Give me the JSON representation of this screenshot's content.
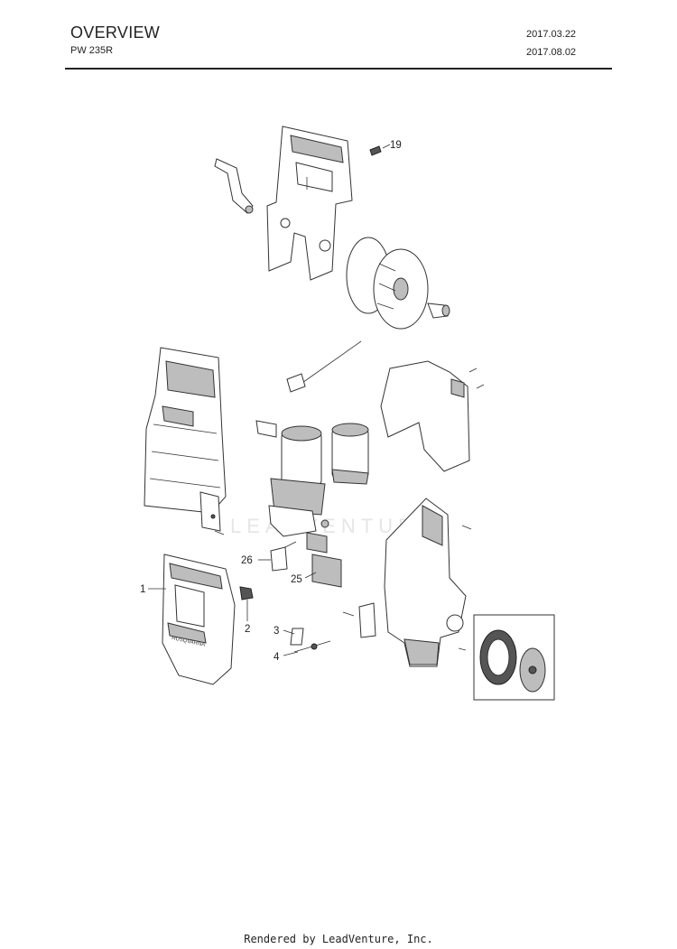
{
  "header": {
    "title": "OVERVIEW",
    "model": "PW 235R",
    "date_created": "2017.03.22",
    "date_revised": "2017.08.02"
  },
  "diagram": {
    "callouts": [
      {
        "id": "c19",
        "label": "19"
      },
      {
        "id": "c26",
        "label": "26"
      },
      {
        "id": "c25",
        "label": "25"
      },
      {
        "id": "c1",
        "label": "1"
      },
      {
        "id": "c2",
        "label": "2"
      },
      {
        "id": "c3",
        "label": "3"
      },
      {
        "id": "c4",
        "label": "4"
      }
    ],
    "watermark": "LEADVENTURE",
    "cover_brand": "HUSQVARNA"
  },
  "footer": {
    "text": "Rendered by LeadVenture, Inc."
  }
}
